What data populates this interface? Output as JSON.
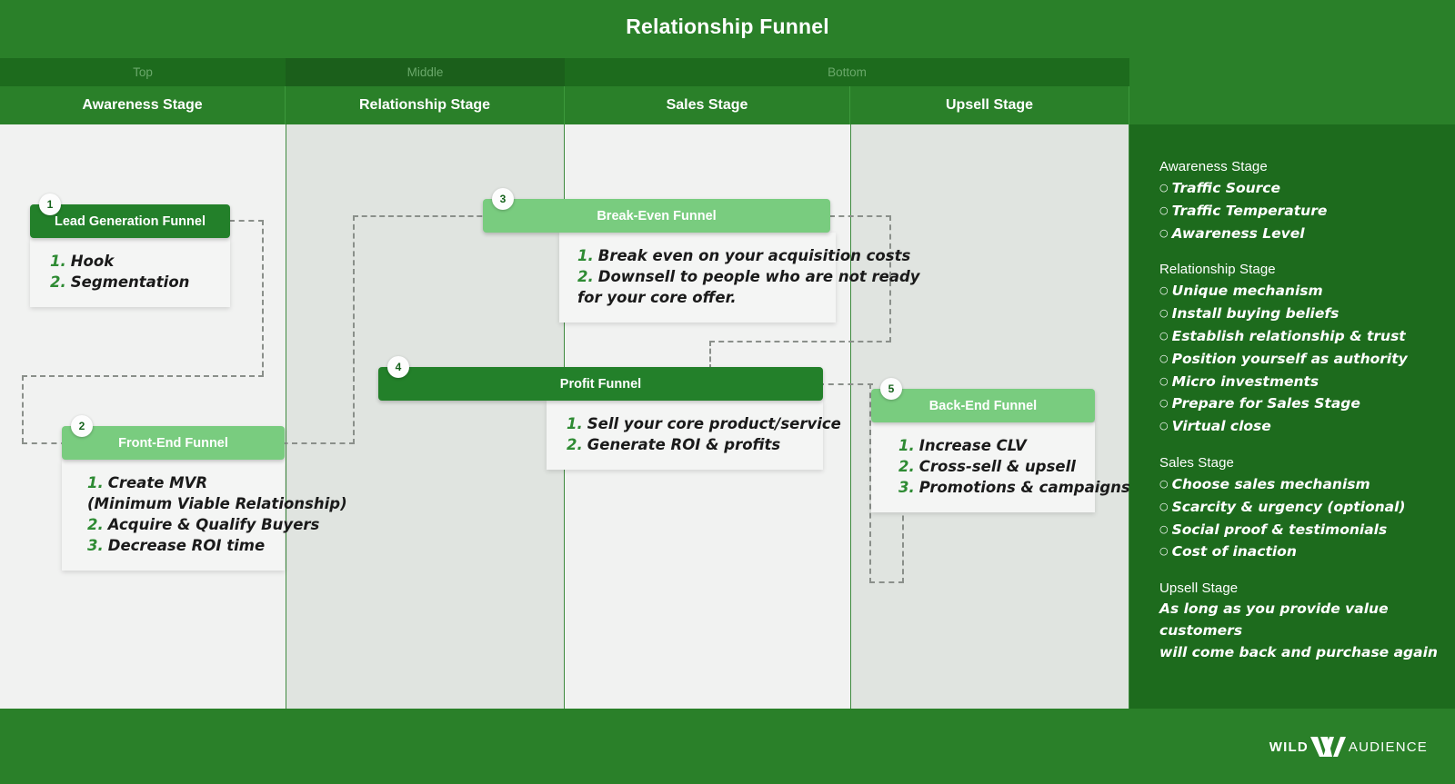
{
  "header": {
    "title": "Relationship Funnel"
  },
  "tiers": [
    {
      "label": "Top"
    },
    {
      "label": "Middle"
    },
    {
      "label": "Bottom"
    }
  ],
  "stages": [
    {
      "label": "Awareness Stage"
    },
    {
      "label": "Relationship Stage"
    },
    {
      "label": "Sales Stage"
    },
    {
      "label": "Upsell Stage"
    }
  ],
  "cards": [
    {
      "number": "1",
      "title": "Lead Generation Funnel",
      "items": [
        {
          "n": "1.",
          "text": "Hook"
        },
        {
          "n": "2.",
          "text": "Segmentation"
        }
      ]
    },
    {
      "number": "2",
      "title": "Front-End Funnel",
      "items": [
        {
          "n": "1.",
          "text": "Create MVR",
          "cont": "(Minimum Viable Relationship)"
        },
        {
          "n": "2.",
          "text": "Acquire & Qualify Buyers"
        },
        {
          "n": "3.",
          "text": "Decrease ROI time"
        }
      ]
    },
    {
      "number": "3",
      "title": "Break-Even Funnel",
      "items": [
        {
          "n": "1.",
          "text": "Break even on your acquisition costs"
        },
        {
          "n": "2.",
          "text": "Downsell to people who are not ready",
          "cont": "for your core offer."
        }
      ]
    },
    {
      "number": "4",
      "title": "Profit Funnel",
      "items": [
        {
          "n": "1.",
          "text": "Sell your core product/service"
        },
        {
          "n": "2.",
          "text": "Generate ROI & profits"
        }
      ]
    },
    {
      "number": "5",
      "title": "Back-End Funnel",
      "items": [
        {
          "n": "1.",
          "text": "Increase CLV"
        },
        {
          "n": "2.",
          "text": "Cross-sell & upsell"
        },
        {
          "n": "3.",
          "text": "Promotions & campaigns"
        }
      ]
    }
  ],
  "info_panel": {
    "groups": [
      {
        "heading": "Awareness Stage",
        "items": [
          "Traffic Source",
          "Traffic Temperature",
          "Awareness Level"
        ]
      },
      {
        "heading": "Relationship Stage",
        "items": [
          "Unique mechanism",
          "Install buying beliefs",
          "Establish relationship & trust",
          "Position yourself as authority",
          "Micro investments",
          "Prepare for Sales Stage",
          "Virtual close"
        ]
      },
      {
        "heading": "Sales Stage",
        "items": [
          "Choose sales mechanism",
          "Scarcity & urgency (optional)",
          "Social proof & testimonials",
          "Cost of inaction"
        ]
      }
    ],
    "upsell": {
      "heading": "Upsell Stage",
      "note_line1": "As long as you provide value customers",
      "note_line2": "will come back and purchase again"
    }
  },
  "footer": {
    "logo_word1": "WILD",
    "logo_word2": "AUDIENCE"
  },
  "colors": {
    "brand_green": "#2a8029",
    "dark_green": "#1d6b1d",
    "card_dark": "#23802a",
    "card_light": "#79cc7f",
    "column_light": "#f1f2f1",
    "column_dark": "#e0e4e0",
    "connector": "#8a8f8a"
  }
}
